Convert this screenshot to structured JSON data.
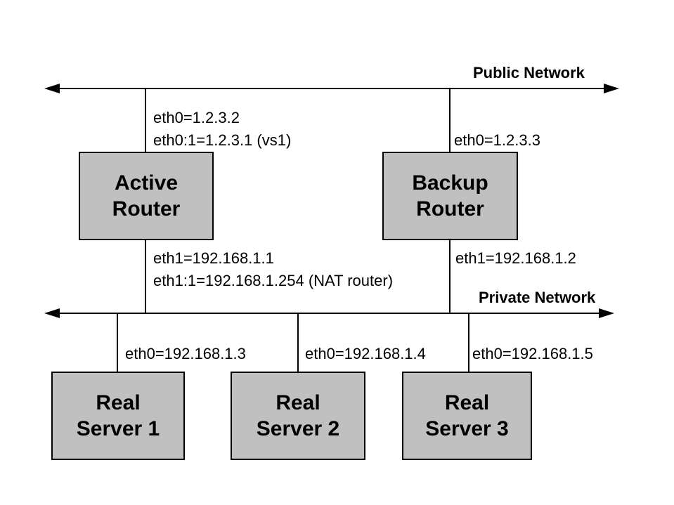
{
  "colors": {
    "background": "#ffffff",
    "box_fill": "#c0c0c0",
    "box_border": "#000000",
    "line": "#000000",
    "text": "#000000"
  },
  "networks": {
    "public": {
      "label": "Public Network"
    },
    "private": {
      "label": "Private Network"
    }
  },
  "nodes": {
    "active_router": {
      "label": "Active\nRouter"
    },
    "backup_router": {
      "label": "Backup\nRouter"
    },
    "real_server_1": {
      "label": "Real\nServer 1"
    },
    "real_server_2": {
      "label": "Real\nServer 2"
    },
    "real_server_3": {
      "label": "Real\nServer 3"
    }
  },
  "interfaces": {
    "active_router_public": "eth0=1.2.3.2\neth0:1=1.2.3.1 (vs1)",
    "backup_router_public": "eth0=1.2.3.3",
    "active_router_private": "eth1=192.168.1.1\neth1:1=192.168.1.254 (NAT router)",
    "backup_router_private": "eth1=192.168.1.2",
    "real_server_1_eth0": "eth0=192.168.1.3",
    "real_server_2_eth0": "eth0=192.168.1.4",
    "real_server_3_eth0": "eth0=192.168.1.5"
  }
}
